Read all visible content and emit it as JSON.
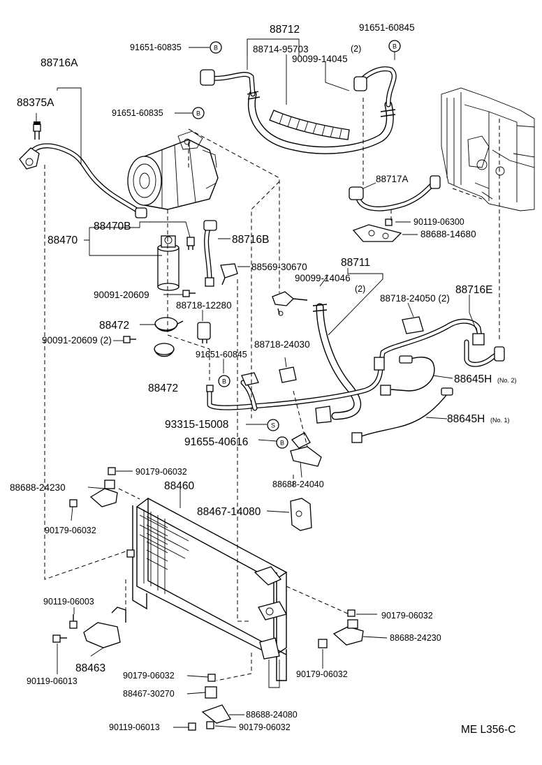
{
  "labels": {
    "l_88712": "88712",
    "l_88714_95703": "88714-95703",
    "l_91651_60845_top": "91651-60845",
    "l_2_top": "(2)",
    "l_90099_14045": "90099-14045",
    "l_91651_60835_a": "91651-60835",
    "l_91651_60835_b": "91651-60835",
    "l_88716A": "88716A",
    "l_88375A": "88375A",
    "l_88717A": "88717A",
    "l_90119_06300": "90119-06300",
    "l_88688_14680": "88688-14680",
    "l_88470B": "88470B",
    "l_88470": "88470",
    "l_88716B": "88716B",
    "l_88569_30670": "88569-30670",
    "l_88711": "88711",
    "l_90099_14046": "90099-14046",
    "l_2_mid": "(2)",
    "l_90091_20609_a": "90091-20609",
    "l_88718_12280": "88718-12280",
    "l_88718_24050": "88718-24050 (2)",
    "l_88716E": "88716E",
    "l_88472_a": "88472",
    "l_90091_20609_b": "90091-20609 (2)",
    "l_88718_24030": "88718-24030",
    "l_91651_60845_mid": "91651-60845",
    "l_88472_b": "88472",
    "l_88645H_2": "88645H",
    "l_no2": "(No. 2)",
    "l_88645H_1": "88645H",
    "l_no1": "(No. 1)",
    "l_93315_15008": "93315-15008",
    "l_91655_40616": "91655-40616",
    "l_88688_24040": "88688-24040",
    "l_90179_06032_a": "90179-06032",
    "l_88688_24230_a": "88688-24230",
    "l_88460": "88460",
    "l_88467_14080": "88467-14080",
    "l_90179_06032_b": "90179-06032",
    "l_90119_06003": "90119-06003",
    "l_90179_06032_c": "90179-06032",
    "l_88688_24230_b": "88688-24230",
    "l_88463": "88463",
    "l_90119_06013_a": "90119-06013",
    "l_90179_06032_d": "90179-06032",
    "l_90179_06032_e": "90179-06032",
    "l_88467_30270": "88467-30270",
    "l_88688_24080": "88688-24080",
    "l_90119_06013_b": "90119-06013",
    "l_90179_06032_f": "90179-06032",
    "l_ref_code": "ME L356-C"
  },
  "markers": {
    "b": "B",
    "s": "S"
  }
}
